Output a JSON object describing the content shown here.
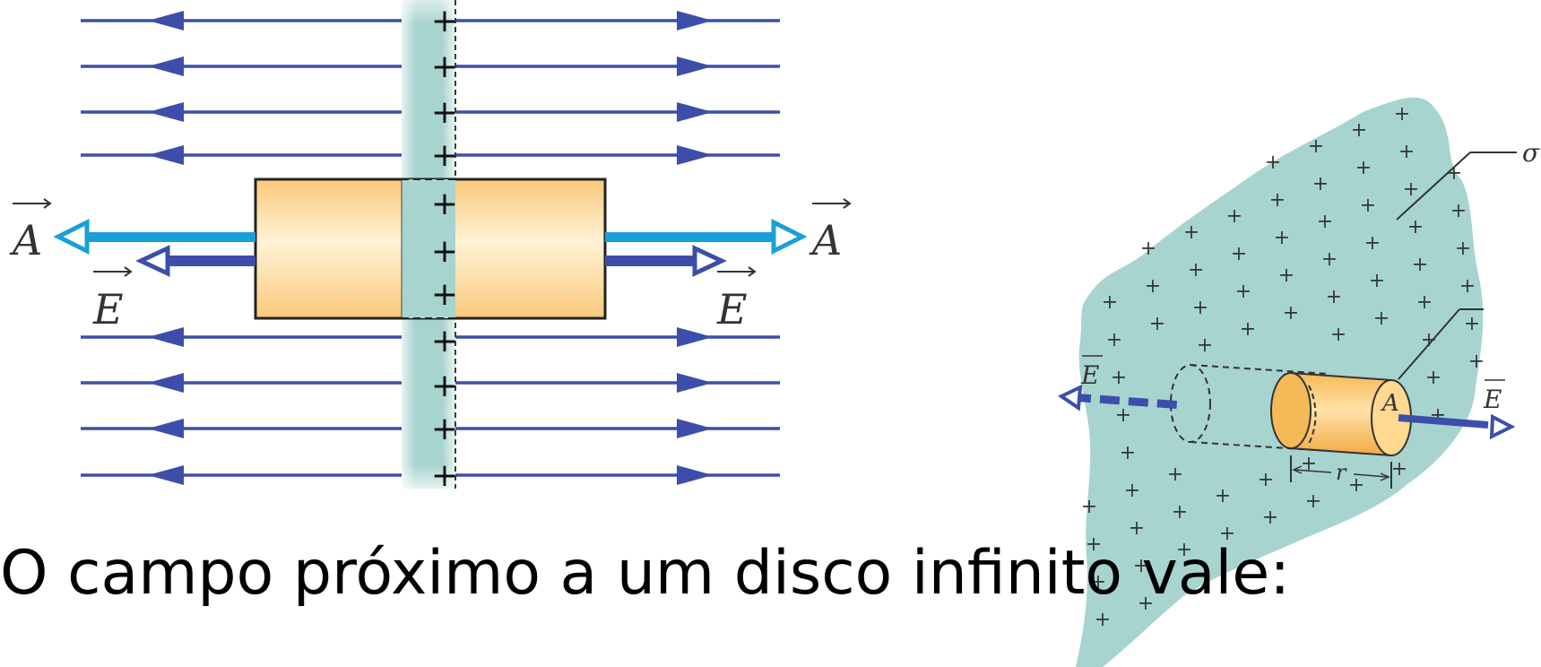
{
  "left_figure": {
    "area_label": "A",
    "field_label": "E",
    "charge_symbol": "+"
  },
  "right_figure": {
    "density_label": "σ",
    "area_label": "A",
    "field_label": "E",
    "radius_label": "r",
    "charge_symbol": "+"
  },
  "caption": "O campo próximo a um disco infinito vale:",
  "colors": {
    "field_line": "#3d4eaa",
    "area_vector": "#1aa0d8",
    "sheet": "#a7d4cf",
    "cylinder": "#fcd48a"
  }
}
